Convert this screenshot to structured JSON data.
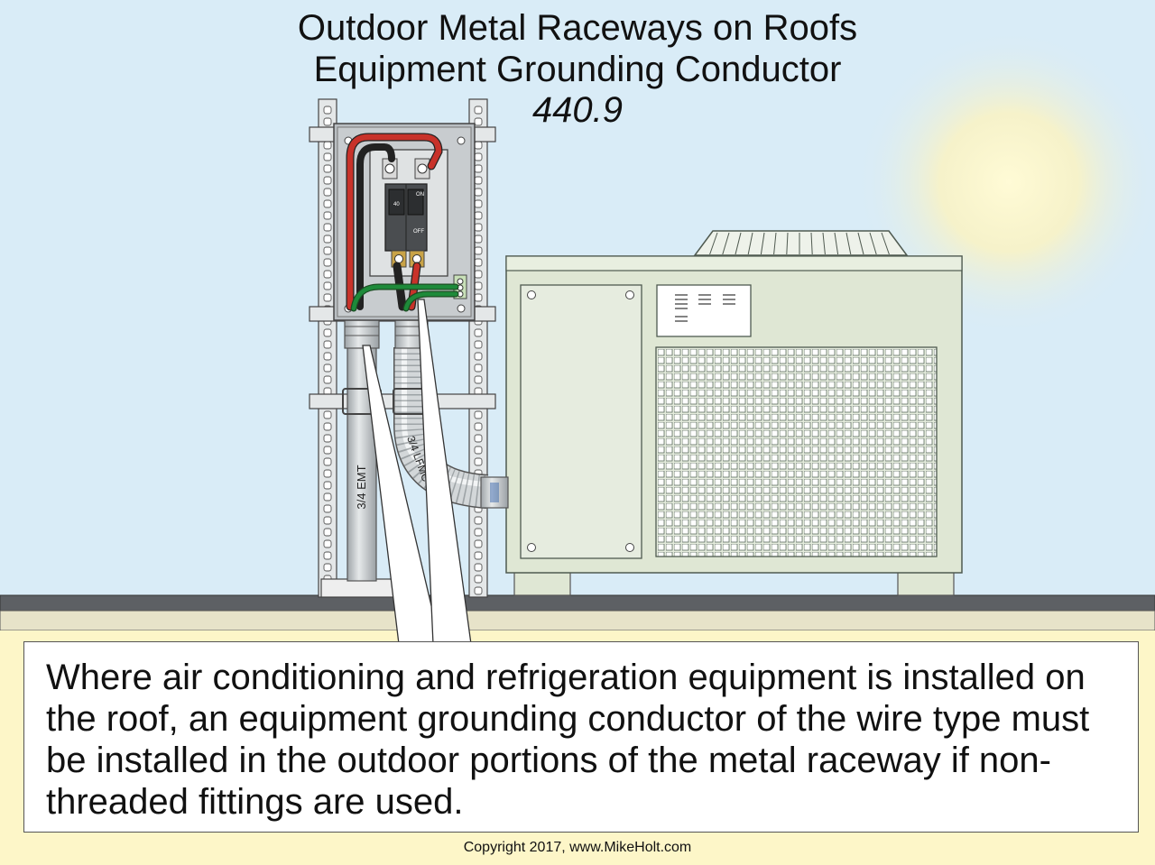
{
  "header": {
    "title_line1": "Outdoor Metal Raceways on Roofs",
    "title_line2": "Equipment Grounding Conductor",
    "section": "440.9"
  },
  "labels": {
    "emt": "3/4 EMT",
    "lfmc": "3/4 LFMC",
    "breaker_on": "ON",
    "breaker_off": "OFF",
    "breaker_rating": "40"
  },
  "callout": {
    "text": "Where air conditioning and refrigeration equipment is installed on the roof, an equipment grounding conductor of the wire type must be installed in the outdoor portions of the metal raceway if non-threaded fittings are used."
  },
  "footer": {
    "copyright": "Copyright 2017, www.MikeHolt.com"
  },
  "colors": {
    "sky": "#d9ecf7",
    "unit": "#dfe7d4",
    "roof": "#e7e3c9",
    "callout_bg": "#fdf6c8",
    "hot_red": "#c8322a",
    "ground_green": "#1e8a3a"
  }
}
